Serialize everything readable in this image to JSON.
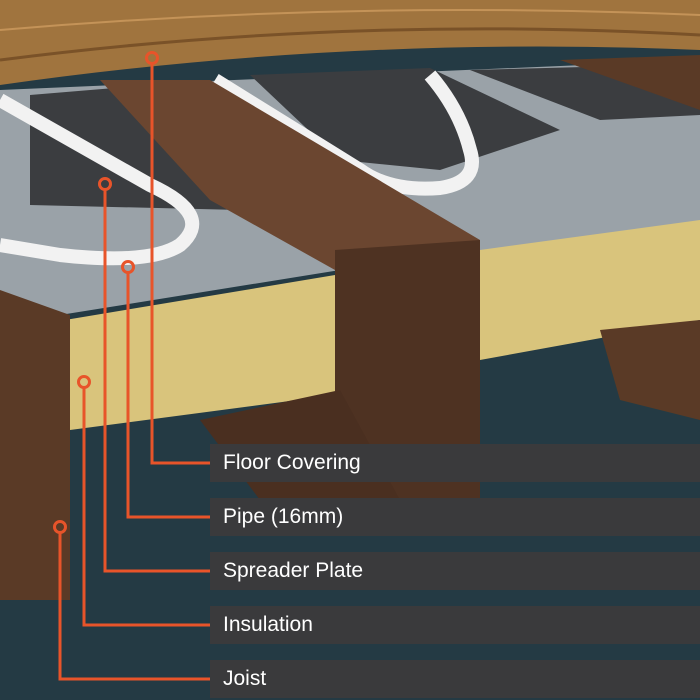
{
  "diagram": {
    "labels": [
      {
        "text": "Floor Covering"
      },
      {
        "text": "Pipe (16mm)"
      },
      {
        "text": "Spreader Plate"
      },
      {
        "text": "Insulation"
      },
      {
        "text": "Joist"
      }
    ],
    "colors": {
      "background": "#243a44",
      "label_bar": "#3a3a3c",
      "leader_line": "#e8542a",
      "insulation": "#d9c47c",
      "joist": "#5a3a26",
      "floor": "#a0743e",
      "pipe": "#f2f2f2",
      "spreader_plate": "#9aa2a8"
    }
  }
}
